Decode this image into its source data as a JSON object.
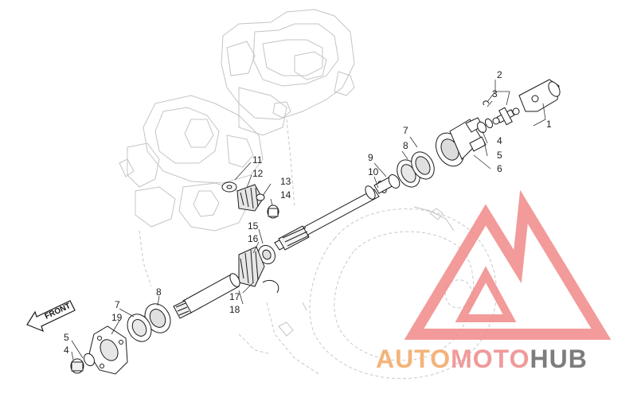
{
  "labels": [
    {
      "id": "1",
      "text": "1"
    },
    {
      "id": "2",
      "text": "2"
    },
    {
      "id": "3",
      "text": "3"
    },
    {
      "id": "4a",
      "text": "4"
    },
    {
      "id": "5a",
      "text": "5"
    },
    {
      "id": "6",
      "text": "6"
    },
    {
      "id": "7a",
      "text": "7"
    },
    {
      "id": "8a",
      "text": "8"
    },
    {
      "id": "9",
      "text": "9"
    },
    {
      "id": "10",
      "text": "10"
    },
    {
      "id": "11",
      "text": "11"
    },
    {
      "id": "12",
      "text": "12"
    },
    {
      "id": "13",
      "text": "13"
    },
    {
      "id": "14",
      "text": "14"
    },
    {
      "id": "15",
      "text": "15"
    },
    {
      "id": "16",
      "text": "16"
    },
    {
      "id": "17",
      "text": "17"
    },
    {
      "id": "18",
      "text": "18"
    },
    {
      "id": "8b",
      "text": "8"
    },
    {
      "id": "7b",
      "text": "7"
    },
    {
      "id": "19",
      "text": "19"
    },
    {
      "id": "5b",
      "text": "5"
    },
    {
      "id": "4b",
      "text": "4"
    }
  ],
  "front_arrow": {
    "text": "FRONT"
  },
  "watermark": {
    "part1": "AUTO",
    "part2": "MOTO",
    "part3": "HUB",
    "color1": "#f4b37a",
    "color2": "#f09a9a",
    "color3": "#7d7d7d",
    "logo_color": "#f08a88"
  }
}
